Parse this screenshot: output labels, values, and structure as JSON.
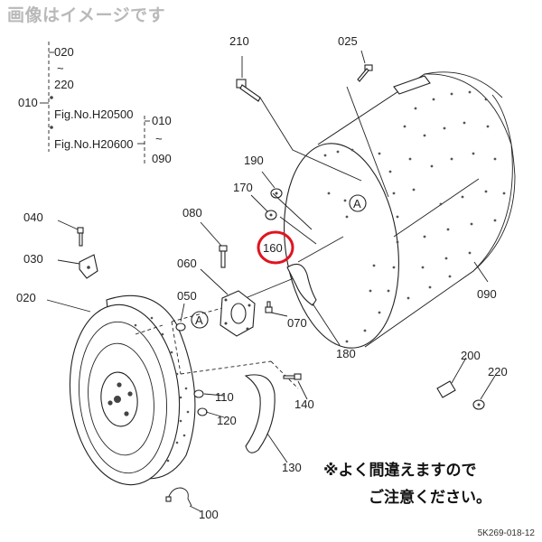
{
  "disclaimer": "画像はイメージです",
  "note": {
    "line1": "※よく間違えますので",
    "line2": "ご注意ください。"
  },
  "drawing_code": "5K269-018-12",
  "highlight_color": "#e0141e",
  "highlighted_part": "160",
  "reference_mark": "A",
  "tree": {
    "parent": "010",
    "range_top": "020",
    "tilde": "~",
    "range_bottom": "220",
    "fig1": "Fig.No.H20500",
    "fig2": "Fig.No.H20600",
    "sub_top": "010",
    "sub_bottom": "090"
  },
  "parts": {
    "p020": "020",
    "p025": "025",
    "p030": "030",
    "p040": "040",
    "p050": "050",
    "p060": "060",
    "p070": "070",
    "p080": "080",
    "p090": "090",
    "p100": "100",
    "p110": "110",
    "p120": "120",
    "p130": "130",
    "p140": "140",
    "p160": "160",
    "p170": "170",
    "p180": "180",
    "p190": "190",
    "p200": "200",
    "p210": "210",
    "p220": "220"
  }
}
